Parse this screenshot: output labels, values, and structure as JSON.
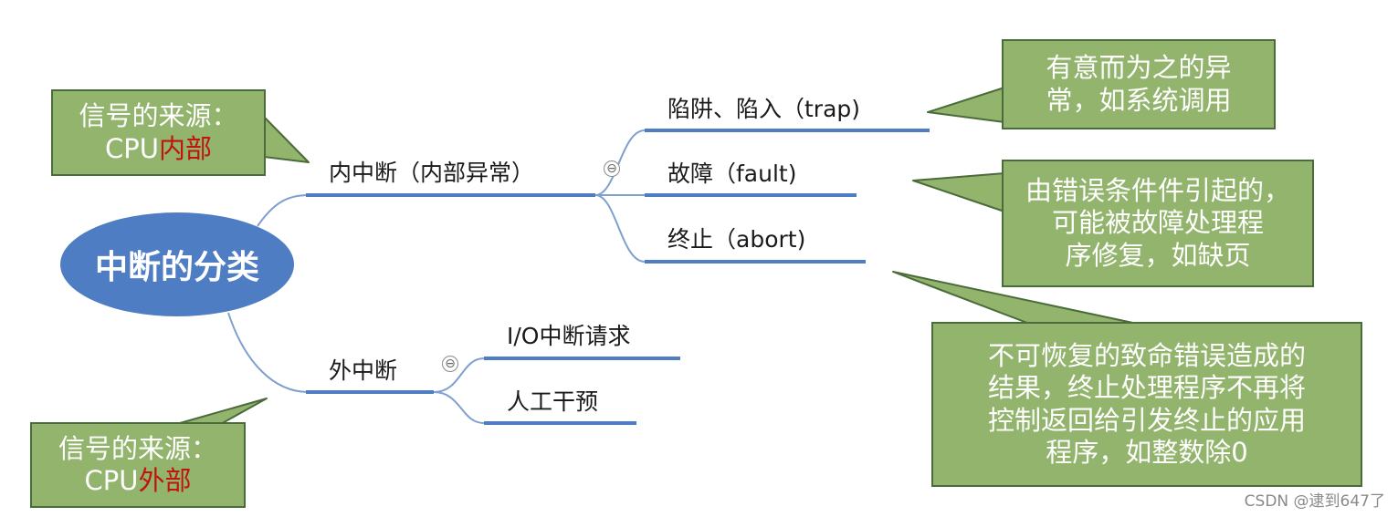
{
  "root": {
    "label": "中断的分类"
  },
  "branches": {
    "internal": {
      "label": "内中断（内部异常）",
      "children": [
        {
          "label": "陷阱、陷入（trap)"
        },
        {
          "label": "故障（fault)"
        },
        {
          "label": "终止（abort)"
        }
      ]
    },
    "external": {
      "label": "外中断",
      "children": [
        {
          "label": "I/O中断请求"
        },
        {
          "label": "人工干预"
        }
      ]
    }
  },
  "toggle_symbol": "⊖",
  "callouts": {
    "internal_source": {
      "line1": "信号的来源：",
      "line2_prefix": "CPU",
      "line2_highlight": "内部"
    },
    "external_source": {
      "line1": "信号的来源：",
      "line2_prefix": "CPU",
      "line2_highlight": "外部"
    },
    "trap_note": {
      "lines": [
        "有意而为之的异",
        "常，如系统调用"
      ]
    },
    "fault_note": {
      "lines": [
        "由错误条件件引起的，",
        "可能被故障处理程",
        "序修复，如缺页"
      ]
    },
    "abort_note": {
      "lines": [
        "不可恢复的致命错误造成的",
        "结果，终止处理程序不再将",
        "控制返回给引发终止的应用",
        "程序，如整数除0"
      ]
    }
  },
  "colors": {
    "root_fill": "#4f7dc4",
    "branch_line": "#4f7dc4",
    "connector": "#7f9fcf",
    "callout_fill": "#92b46c",
    "callout_border": "#4a6b3a",
    "highlight_text": "#c0140c"
  },
  "watermark": "CSDN @逮到647了"
}
